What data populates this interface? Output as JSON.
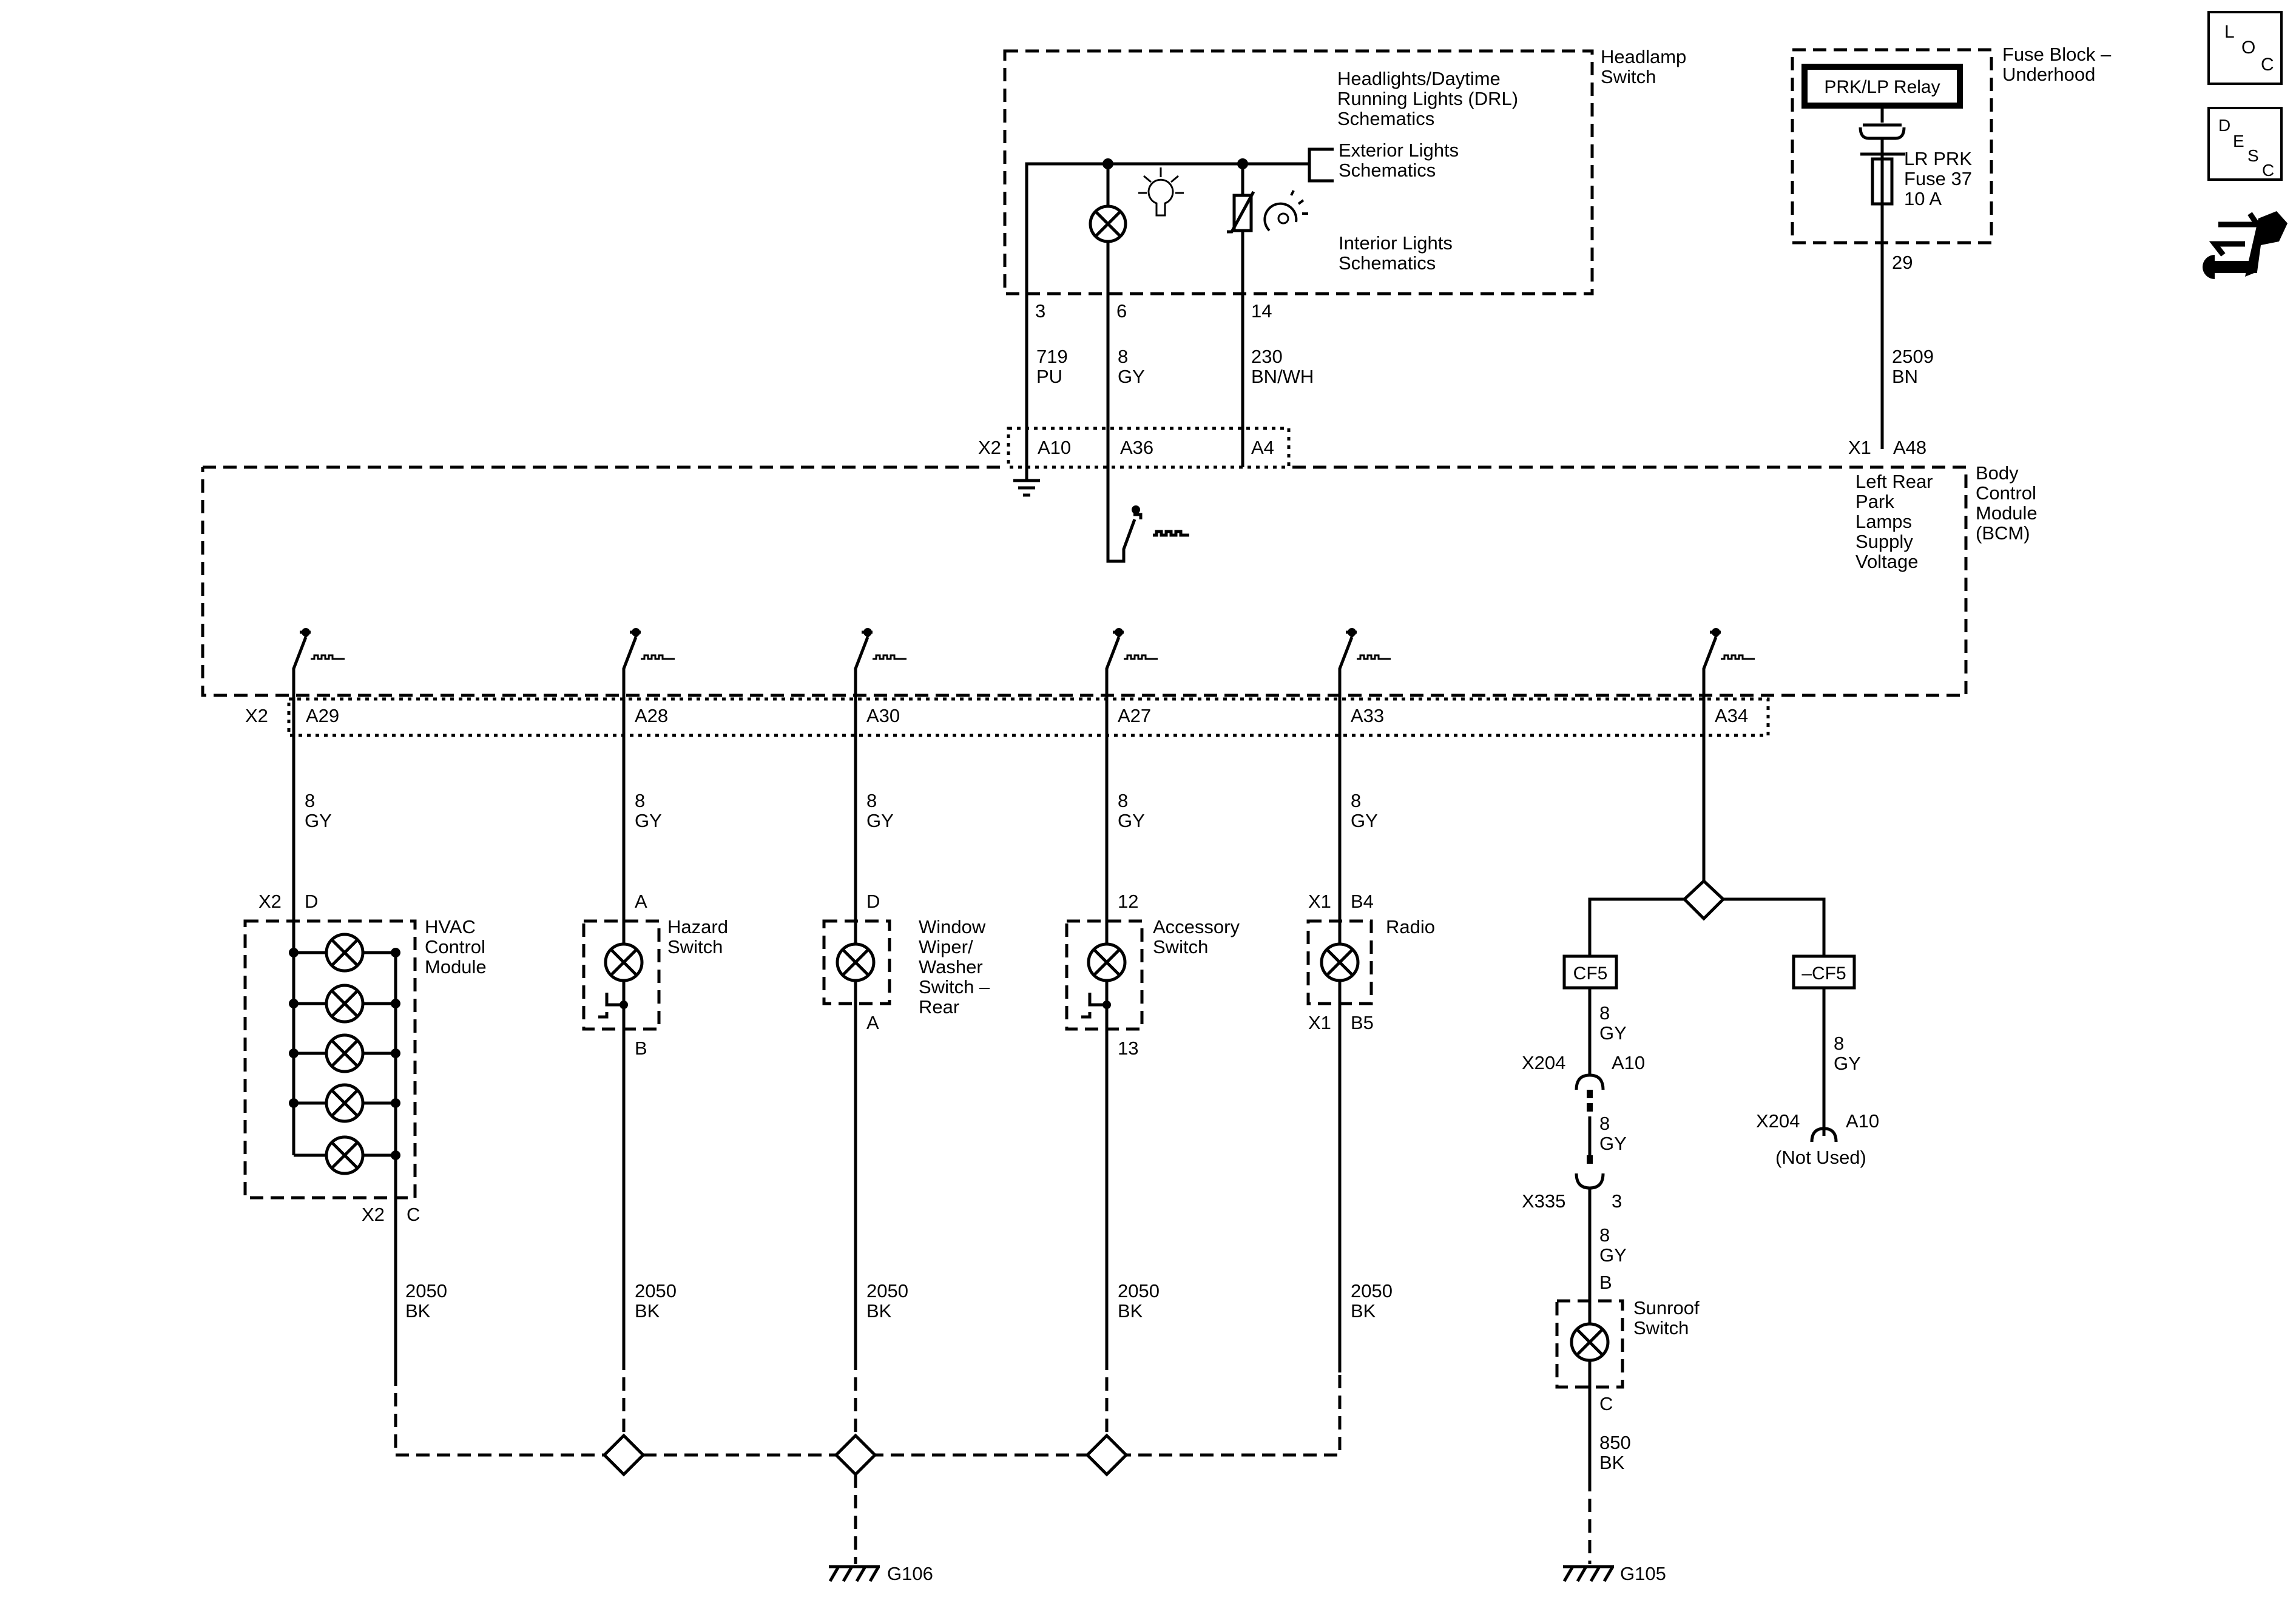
{
  "components": {
    "headlamp_switch": "Headlamp Switch",
    "fuse_block": "Fuse Block – Underhood",
    "relay": "PRK/LP Relay",
    "fuse": [
      "LR PRK",
      "Fuse 37",
      "10 A"
    ],
    "bcm": "Body Control Module (BCM)",
    "hvac": "HVAC Control Module",
    "hazard": "Hazard Switch",
    "wiper": "Window Wiper/ Washer Switch – Rear",
    "accessory": "Accessory Switch",
    "radio": "Radio",
    "sunroof": "Sunroof Switch"
  },
  "refs": {
    "headlights": "Headlights/Daytime Running Lights (DRL) Schematics",
    "exterior": "Exterior Lights Schematics",
    "interior": "Interior Lights Schematics"
  },
  "nav_icons": {
    "loc": "LOC",
    "desc": "DESC"
  },
  "pins": {
    "hs_3": "3",
    "hs_6": "6",
    "hs_14": "14",
    "fb_29": "29",
    "x2": "X2",
    "x1": "X1",
    "a10": "A10",
    "a36": "A36",
    "a4": "A4",
    "a48": "A48",
    "a29": "A29",
    "a28": "A28",
    "a30": "A30",
    "a27": "A27",
    "a33": "A33",
    "a34": "A34",
    "hvac_conn_top": "X2",
    "hvac_d": "D",
    "hvac_conn_bot": "X2",
    "hvac_c": "C",
    "haz_a": "A",
    "haz_b": "B",
    "wip_d": "D",
    "wip_a": "A",
    "acc_12": "12",
    "acc_13": "13",
    "rad_x1_top": "X1",
    "rad_b4": "B4",
    "rad_x1_bot": "X1",
    "rad_b5": "B5",
    "x204_1": "X204",
    "x204_a10_1": "A10",
    "x335": "X335",
    "x335_3": "3",
    "x204_2": "X204",
    "x204_a10_2": "A10",
    "not_used": "(Not Used)",
    "sun_b": "B",
    "sun_c": "C"
  },
  "wires": {
    "w719": [
      "719",
      "PU"
    ],
    "w8gy_hs": [
      "8",
      "GY"
    ],
    "w230": [
      "230",
      "BN/WH"
    ],
    "w2509": [
      "2509",
      "BN"
    ],
    "w8_a29": [
      "8",
      "GY"
    ],
    "w8_a28": [
      "8",
      "GY"
    ],
    "w8_a30": [
      "8",
      "GY"
    ],
    "w8_a27": [
      "8",
      "GY"
    ],
    "w8_a33": [
      "8",
      "GY"
    ],
    "w8_cf5": [
      "8",
      "GY"
    ],
    "w8_x204": [
      "8",
      "GY"
    ],
    "w8_x335": [
      "8",
      "GY"
    ],
    "w8_ncf5": [
      "8",
      "GY"
    ],
    "g_hvac": [
      "2050",
      "BK"
    ],
    "g_haz": [
      "2050",
      "BK"
    ],
    "g_wip": [
      "2050",
      "BK"
    ],
    "g_acc": [
      "2050",
      "BK"
    ],
    "g_rad": [
      "2050",
      "BK"
    ],
    "g_sun": [
      "850",
      "BK"
    ]
  },
  "options": {
    "cf5": "CF5",
    "not_cf5": "–CF5"
  },
  "grounds": {
    "g106": "G106",
    "g105": "G105"
  },
  "bcm_pin_desc": [
    "Left Rear",
    "Park",
    "Lamps",
    "Supply",
    "Voltage"
  ]
}
